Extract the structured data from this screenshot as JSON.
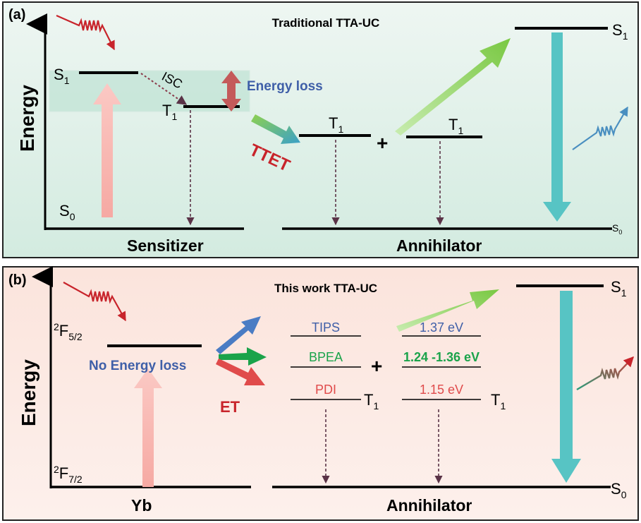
{
  "panel_a": {
    "label": "(a)",
    "title": "Traditional TTA-UC",
    "axis_label": "Energy",
    "sens_s1": "S",
    "sens_s1_sub": "1",
    "sens_t1": "T",
    "sens_t1_sub": "1",
    "sens_s0": "S",
    "sens_s0_sub": "0",
    "isc": "ISC",
    "energy_loss": "Energy loss",
    "ttet": "TTET",
    "ann_t1": "T",
    "ann_t1_sub": "1",
    "plus": "+",
    "ann_s1": "S",
    "ann_s1_sub": "1",
    "ann_s0": "S",
    "ann_s0_sub": "0",
    "sensitizer": "Sensitizer",
    "annihilator": "Annihilator"
  },
  "panel_b": {
    "label": "(b)",
    "title": "This work TTA-UC",
    "axis_label": "Energy",
    "f52_sup": "2",
    "f52": "F",
    "f52_sub": "5/2",
    "f72_sup": "2",
    "f72": "F",
    "f72_sub": "7/2",
    "no_energy_loss": "No Energy loss",
    "et": "ET",
    "tips": "TIPS",
    "bpea": "BPEA",
    "pdi": "PDI",
    "e_tips": "1.37 eV",
    "e_bpea": "1.24 -1.36 eV",
    "e_pdi": "1.15 eV",
    "t1": "T",
    "t1_sub": "1",
    "plus": "+",
    "s1": "S",
    "s1_sub": "1",
    "s0": "S",
    "s0_sub": "0",
    "yb": "Yb",
    "annihilator": "Annihilator"
  },
  "colors": {
    "panel_a_bg": "#dbeee5",
    "panel_b_bg": "#fbe1d8",
    "energy_loss_blue": "#3f5fa8",
    "ttet_red": "#c8242b",
    "tips_blue": "#3f5fa8",
    "bpea_green": "#1aa34a",
    "pdi_red": "#e04b4b",
    "teal_arrow": "#4fc3c3",
    "green_arrow": "#8fd14f",
    "pink_arrow": "#f9b3ae"
  }
}
